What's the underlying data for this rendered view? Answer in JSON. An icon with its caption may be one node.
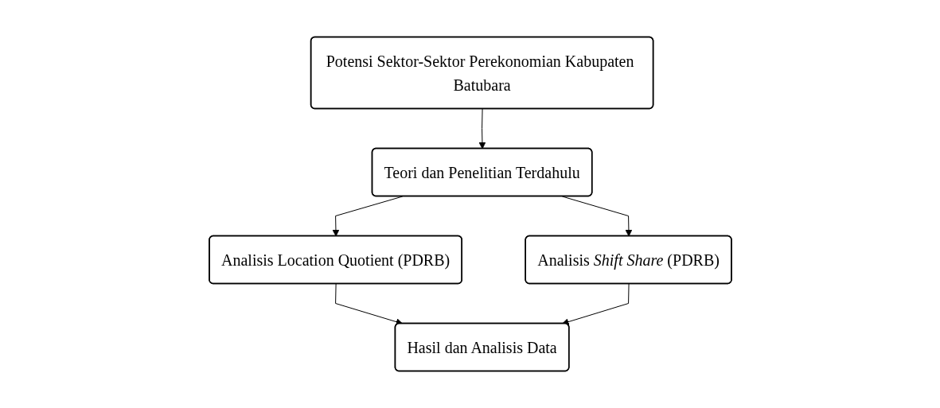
{
  "diagram": {
    "nodes": [
      {
        "text": [
          "Potensi Sektor-Sektor Perekonomian Kabupaten Batubara"
        ]
      },
      {
        "text": [
          "Teori dan Penelitian Terdahulu"
        ]
      },
      {
        "text": [
          "Analisis Location Quotient (PDRB)"
        ]
      },
      {
        "text": [
          "Analisis *Shift Share* (PDRB)"
        ]
      },
      {
        "text": [
          "Hasil dan Analisis Data"
        ]
      }
    ],
    "edges": [
      {
        "from": 0,
        "to": 1,
        "arrow": "to"
      },
      {
        "from": 1,
        "to": 2,
        "arrow": "to"
      },
      {
        "from": 1,
        "to": 3,
        "arrow": "to"
      },
      {
        "from": 2,
        "to": 4,
        "arrow": "to"
      },
      {
        "from": 3,
        "to": 4,
        "arrow": "to"
      }
    ]
  }
}
